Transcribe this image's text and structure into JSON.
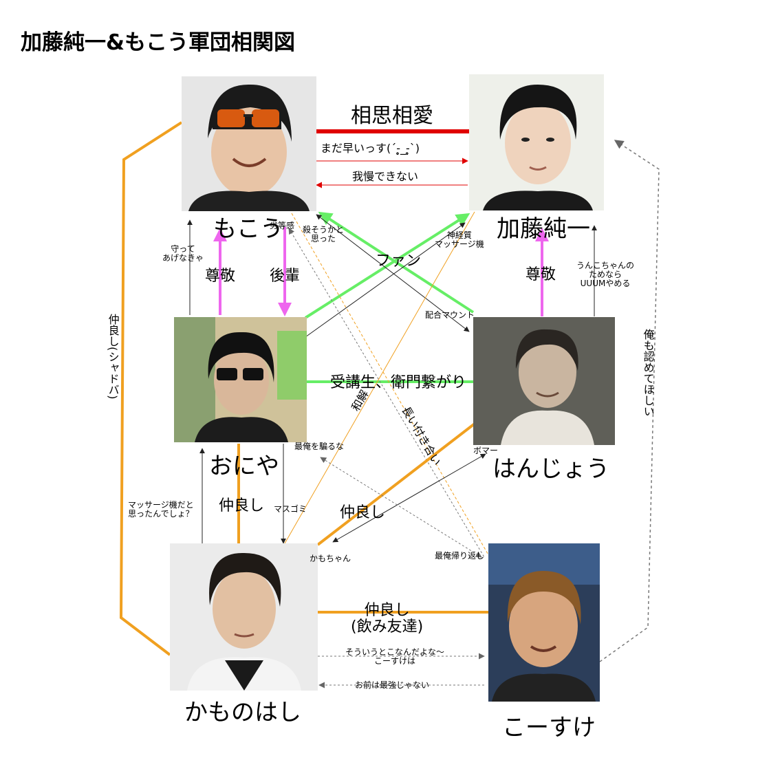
{
  "title": "加藤純一&もこう軍団相関図",
  "people": {
    "mokou": "もこう",
    "junichi": "加藤純一",
    "oniya": "おにや",
    "hanjou": "はんじょう",
    "kamonohashi": "かものはし",
    "kosuke": "こーすけ"
  },
  "labels": {
    "soushi_souai": "相思相愛",
    "mada_hayai": "まだ早いっす(´-̥̥̥_-̥̥̥`)",
    "gaman": "我慢できない",
    "rettoukan": "劣等感",
    "korosou": "殺そうかと\n思った",
    "shinkeishitsu": "神経質\nマッサージ機",
    "fan": "ファン",
    "mamotte": "守って\nあげなきゃ",
    "sonkei_left": "尊敬",
    "kouhai": "後輩",
    "sonkei_right": "尊敬",
    "unko": "うんこちゃんの\nためなら\nUUUMやめる",
    "haigou_mount": "配合マウント",
    "jukousei": "受講生、衛門繋がり",
    "nakayoshi_shadowverse": "仲良し(シャドバ)",
    "ore_mo_mitomete": "俺も認めてほしい",
    "wakai": "和解",
    "nagai_tsukiai": "長い付き合い",
    "saiore_damasu": "最俺を騙るな",
    "bomber": "ボマー",
    "massage_dato": "マッサージ機だと\n思ったんでしょ？",
    "nakayoshi_1": "仲良し",
    "masugomi": "マスゴミ",
    "nakayoshi_2": "仲良し",
    "kamochan": "かもちゃん",
    "saiore_kaeri": "最俺帰り返し",
    "nakayoshi_nomi": "仲良し\n(飲み友達)",
    "souiu_toko": "そういうとこなんだよな～\nこーすけは",
    "omae_saikyou": "お前は最強じゃない"
  },
  "colors": {
    "red": "#e00000",
    "orange": "#f0a020",
    "green": "#66ee66",
    "pink": "#ee66ee",
    "dark": "#333333",
    "gray_dash": "#666666"
  }
}
